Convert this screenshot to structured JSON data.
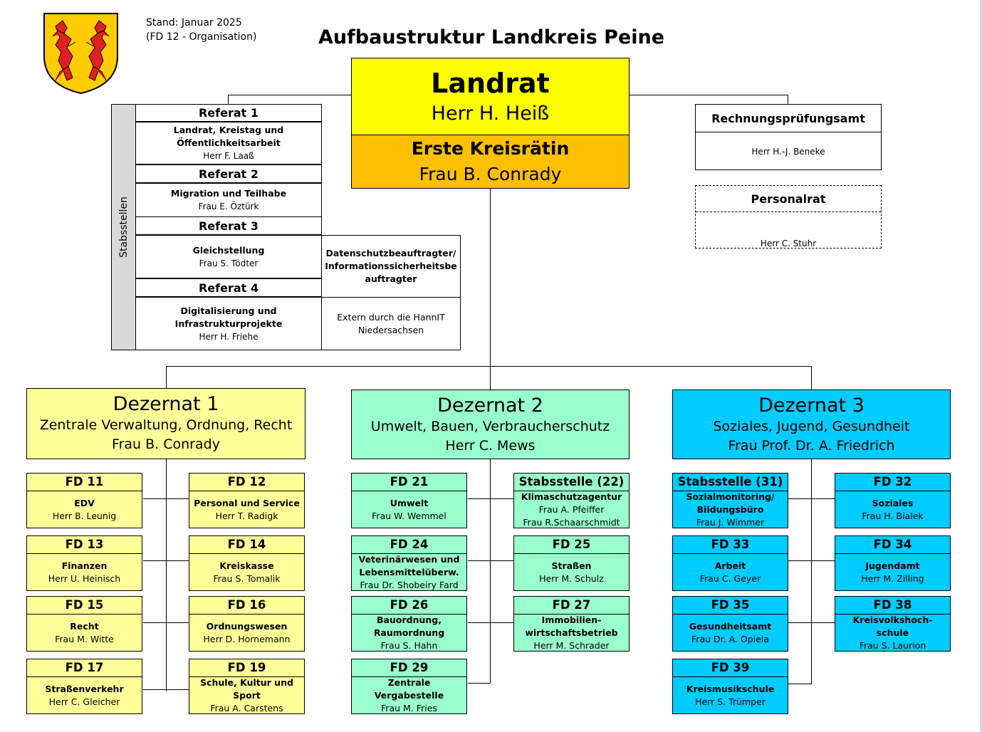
{
  "header": {
    "stand": "Stand: Januar 2025",
    "fd_org": "(FD 12 - Organisation)",
    "title": "Aufbaustruktur Landkreis Peine"
  },
  "landrat": {
    "title": "Landrat",
    "name": "Herr H. Heiß"
  },
  "kreisraetin": {
    "title": "Erste Kreisrätin",
    "name": "Frau B. Conrady"
  },
  "rpa": {
    "title": "Rechnungsprüfungsamt",
    "name": "Herr H.-J. Beneke"
  },
  "personalrat": {
    "title": "Personalrat",
    "name": "Herr C. Stuhr"
  },
  "stabsstellen": {
    "side_label": "Stabsstellen",
    "referate": [
      {
        "head": "Referat 1",
        "lines": [
          "Landrat, Kreistag und",
          "Öffentlichkeitsarbeit"
        ],
        "person": "Herr F. Laaß"
      },
      {
        "head": "Referat 2",
        "lines": [
          "Migration und Teilhabe"
        ],
        "person": "Frau E. Öztürk"
      },
      {
        "head": "Referat 3",
        "lines": [
          "Gleichstellung"
        ],
        "person": "Frau S. Tödter"
      },
      {
        "head": "Referat 4",
        "lines": [
          "Digitalisierung und",
          "Infrastrukturprojekte"
        ],
        "person": "Herr H. Friehe"
      }
    ],
    "datenschutz": {
      "lines": [
        "Datenschutzbeauftragter/",
        "Informationssicherheitsbe",
        "auftragter"
      ],
      "extern": [
        "Extern durch die HannIT",
        "Niedersachsen"
      ]
    }
  },
  "dezernate": [
    {
      "title": "Dezernat 1",
      "subtitle": "Zentrale Verwaltung, Ordnung, Recht",
      "person": "Frau B. Conrady",
      "color": "#ffff99"
    },
    {
      "title": "Dezernat 2",
      "subtitle": "Umwelt, Bauen, Verbraucherschutz",
      "person": "Herr C. Mews",
      "color": "#99ffcc"
    },
    {
      "title": "Dezernat 3",
      "subtitle": "Soziales, Jugend, Gesundheit",
      "person": "Frau Prof. Dr. A. Friedrich",
      "color": "#00ccff"
    }
  ],
  "fachdienste": {
    "fd11": {
      "head": "FD 11",
      "lines": [
        "EDV"
      ],
      "person": "Herr B. Leunig"
    },
    "fd12": {
      "head": "FD 12",
      "lines": [
        "Personal und Service"
      ],
      "person": "Herr T. Radigk"
    },
    "fd13": {
      "head": "FD 13",
      "lines": [
        "Finanzen"
      ],
      "person": "Herr U. Heinisch"
    },
    "fd14": {
      "head": "FD 14",
      "lines": [
        "Kreiskasse"
      ],
      "person": "Frau S. Tomalik"
    },
    "fd15": {
      "head": "FD 15",
      "lines": [
        "Recht"
      ],
      "person": "Frau M. Witte"
    },
    "fd16": {
      "head": "FD 16",
      "lines": [
        "Ordnungswesen"
      ],
      "person": "Herr D. Hornemann"
    },
    "fd17": {
      "head": "FD 17",
      "lines": [
        "Straßenverkehr"
      ],
      "person": "Herr C. Gleicher"
    },
    "fd19": {
      "head": "FD 19",
      "lines": [
        "Schule, Kultur und",
        "Sport"
      ],
      "person": "Frau A. Carstens"
    },
    "fd21": {
      "head": "FD 21",
      "lines": [
        "Umwelt"
      ],
      "person": "Frau W. Wemmel"
    },
    "st22": {
      "head": "Stabsstelle (22)",
      "lines": [
        "Klimaschutzagentur"
      ],
      "person": "Frau A. Pfeiffer",
      "person2": "Frau R.Schaarschmidt"
    },
    "fd24": {
      "head": "FD 24",
      "lines": [
        "Veterinärwesen und",
        "Lebensmittelüberw."
      ],
      "person": "Frau Dr. Shobeiry Fard"
    },
    "fd25": {
      "head": "FD 25",
      "lines": [
        "Straßen"
      ],
      "person": "Herr M. Schulz"
    },
    "fd26": {
      "head": "FD 26",
      "lines": [
        "Bauordnung,",
        "Raumordnung"
      ],
      "person": "Frau S. Hahn"
    },
    "fd27": {
      "head": "FD 27",
      "lines": [
        "Immobilien-",
        "wirtschaftsbetrieb"
      ],
      "person": "Herr M. Schrader"
    },
    "fd29": {
      "head": "FD 29",
      "lines": [
        "Zentrale",
        "Vergabestelle"
      ],
      "person": "Frau M. Fries"
    },
    "st31": {
      "head": "Stabsstelle (31)",
      "lines": [
        "Sozialmonitoring/",
        "Bildungsbüro"
      ],
      "person": "Frau J. Wimmer"
    },
    "fd32": {
      "head": "FD 32",
      "lines": [
        "Soziales"
      ],
      "person": "Frau H. Bialek"
    },
    "fd33": {
      "head": "FD 33",
      "lines": [
        "Arbeit"
      ],
      "person": "Frau C. Geyer"
    },
    "fd34": {
      "head": "FD 34",
      "lines": [
        "Jugendamt"
      ],
      "person": "Herr M. Zilling"
    },
    "fd35": {
      "head": "FD 35",
      "lines": [
        "Gesundheitsamt"
      ],
      "person": "Frau Dr. A. Opiela"
    },
    "fd38": {
      "head": "FD 38",
      "lines": [
        "Kreisvolkshoch-",
        "schule"
      ],
      "person": "Frau S. Laurion"
    },
    "fd39": {
      "head": "FD 39",
      "lines": [
        "Kreismusikschule"
      ],
      "person": "Herr S. Trümper"
    }
  },
  "logo": {
    "icon": "coat-of-arms-icon",
    "field_color": "#ffcc00",
    "figure_color": "#e02020"
  }
}
